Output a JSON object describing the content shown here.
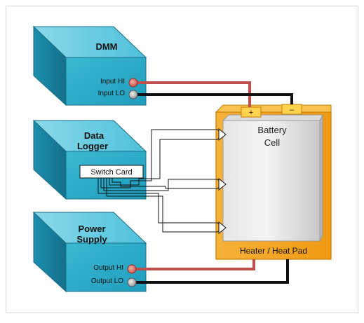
{
  "dmm": {
    "title": "DMM",
    "input_hi": "Input HI",
    "input_lo": "Input LO"
  },
  "data_logger": {
    "title_line1": "Data",
    "title_line2": "Logger",
    "switch_card": "Switch Card"
  },
  "power_supply": {
    "title_line1": "Power",
    "title_line2": "Supply",
    "output_hi": "Output HI",
    "output_lo": "Output LO"
  },
  "battery": {
    "title_line1": "Battery",
    "title_line2": "Cell",
    "pos_terminal": "+",
    "neg_terminal": "–"
  },
  "heater": {
    "label": "Heater / Heat Pad"
  },
  "colors": {
    "box_front": "#2aaac8",
    "box_top": "#5cc8e0",
    "box_side": "#1a86a6",
    "heater": "#f5a623",
    "terminal": "#ffd34d",
    "wire_red": "#c0504d",
    "wire_black": "#111111"
  }
}
